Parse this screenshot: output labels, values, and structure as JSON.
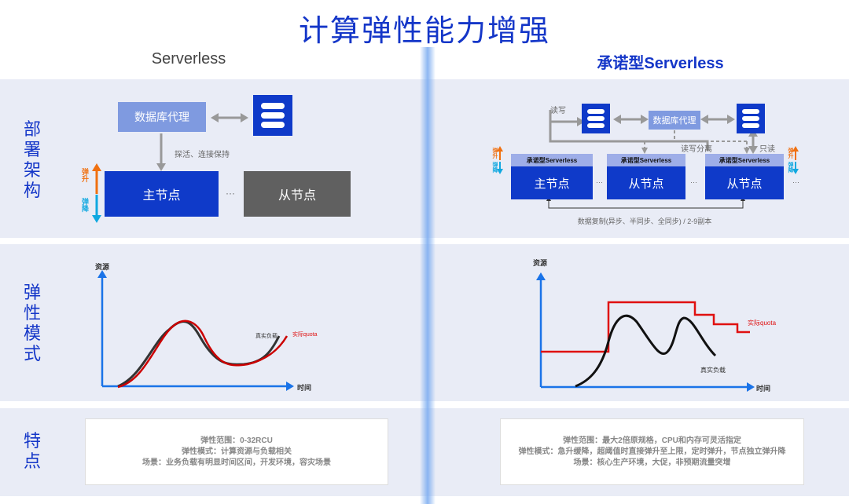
{
  "title": "计算弹性能力增强",
  "left": {
    "heading": "Serverless",
    "db_proxy": "数据库代理",
    "probe_label": "探活、连接保持",
    "master": "主节点",
    "slave": "从节点",
    "ellipsis": "···",
    "scale_up": "弹升",
    "scale_down": "弹降",
    "chart_ylabel": "资源",
    "chart_xlabel": "时间",
    "series_real": "真实负载",
    "series_quota": "实际quota",
    "notes": [
      "弹性范围：0-32RCU",
      "弹性模式：计算资源与负载相关",
      "场景：业务负载有明显时间区间，开发环境，容灾场景"
    ]
  },
  "right": {
    "heading": "承诺型Serverless",
    "db_proxy": "数据库代理",
    "read_write": "读写",
    "rw_split": "读写分离",
    "read_only": "只读",
    "node_header": "承诺型Serverless",
    "master": "主节点",
    "slave1": "从节点",
    "slave2": "从节点",
    "ellipsis": "···",
    "scale_up": "弹升",
    "scale_down": "弹降",
    "replication": "数据复制(异步、半同步、全同步) / 2-9副本",
    "chart_ylabel": "资源",
    "chart_xlabel": "时间",
    "series_real": "真实负载",
    "series_quota": "实际quota",
    "notes": [
      "弹性范围：最大2倍原规格，CPU和内存可灵活指定",
      "弹性模式：急升缓降，超阈值时直接弹升至上限，定时弹升，节点独立弹升降",
      "场景：核心生产环境，大促，非预期流量突增"
    ]
  },
  "rows": {
    "deploy": "部署架构",
    "elastic": "弹性模式",
    "features": "特点"
  },
  "colors": {
    "primary": "#0f3ac9",
    "proxy": "#7f9ae0",
    "slave_gray": "#606060",
    "quota_red": "#e01010",
    "axis_blue": "#1a73e8",
    "up_orange": "#f07010",
    "down_cyan": "#10a8e0"
  }
}
